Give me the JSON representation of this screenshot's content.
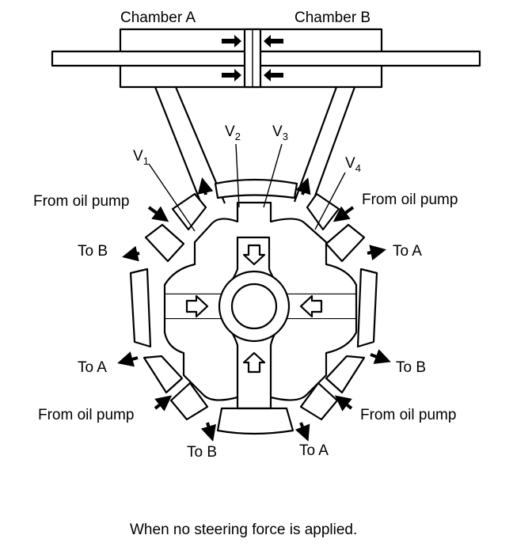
{
  "diagram": {
    "chambers": {
      "a": "Chamber A",
      "b": "Chamber B"
    },
    "valves": {
      "v1": {
        "base": "V",
        "sub": "1"
      },
      "v2": {
        "base": "V",
        "sub": "2"
      },
      "v3": {
        "base": "V",
        "sub": "3"
      },
      "v4": {
        "base": "V",
        "sub": "4"
      }
    },
    "ports": {
      "from_pump_tl": "From oil pump",
      "from_pump_tr": "From oil pump",
      "from_pump_bl": "From oil pump",
      "from_pump_br": "From oil pump",
      "to_b_upper_left": "To B",
      "to_a_upper_right": "To A",
      "to_a_lower_left": "To A",
      "to_b_lower_right": "To B",
      "to_b_bottom": "To B",
      "to_a_bottom": "To A"
    },
    "caption": "When no steering force is applied."
  }
}
